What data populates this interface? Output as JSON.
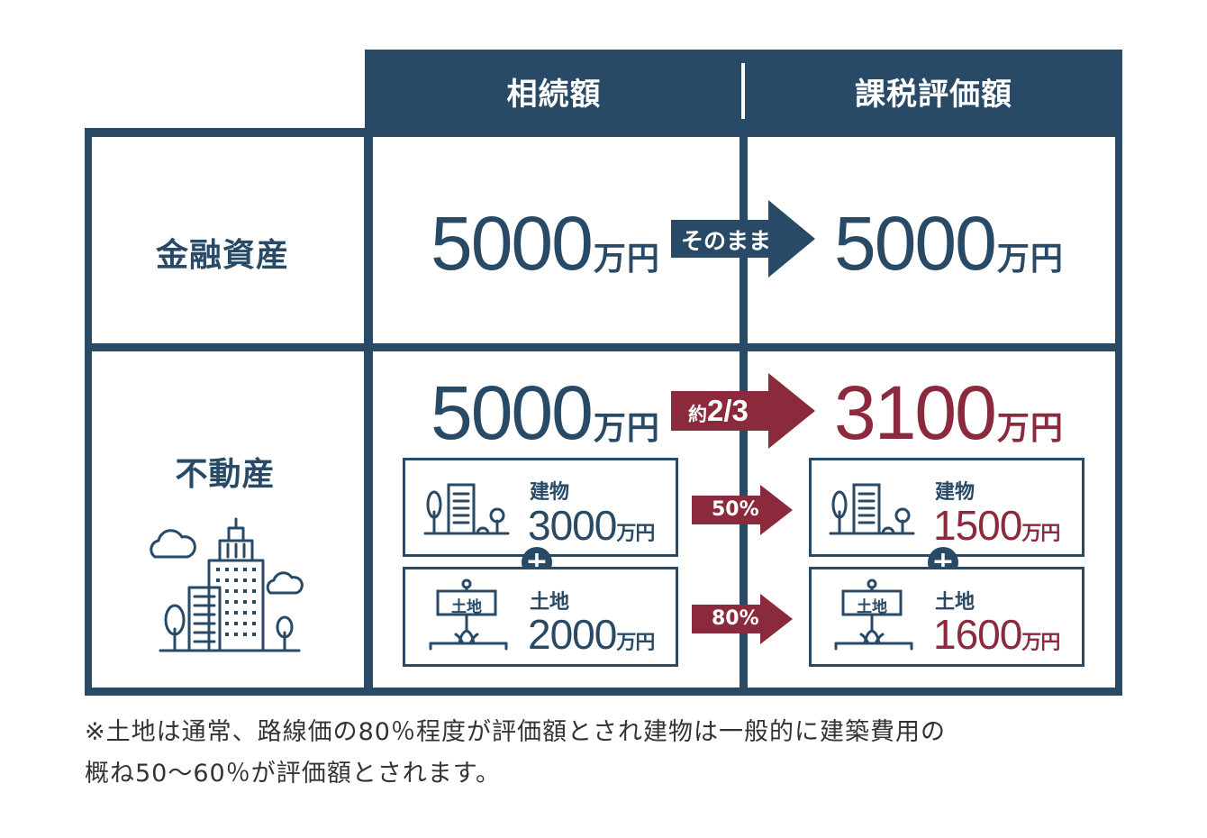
{
  "table": {
    "col_inherited": "相続額",
    "col_taxable": "課税評価額",
    "rows": {
      "financial": {
        "label": "金融資産",
        "inherited_value": "5000",
        "taxable_value": "5000",
        "unit": "万円",
        "arrow_label": "そのまま"
      },
      "realestate": {
        "label": "不動産",
        "inherited_value": "5000",
        "taxable_value": "3100",
        "unit": "万円",
        "arrow_prefix": "約",
        "arrow_value": "2/3",
        "building": {
          "label": "建物",
          "inherited_value": "3000",
          "taxable_value": "1500",
          "unit": "万円",
          "rate": "50%"
        },
        "land": {
          "label": "土地",
          "sign_text": "土地",
          "inherited_value": "2000",
          "taxable_value": "1600",
          "unit": "万円",
          "rate": "80%"
        }
      }
    }
  },
  "colors": {
    "navy": "#284a66",
    "red": "#8b2a3d"
  },
  "icons": [
    "building-icon",
    "land-sign-icon",
    "skyscraper-city-icon",
    "cloud-icon",
    "tree-icon",
    "plus-icon"
  ],
  "footnote": {
    "line1": "※土地は通常、路線価の80％程度が評価額とされ建物は一般的に建築費用の",
    "line2": "概ね50～60％が評価額とされます。"
  }
}
